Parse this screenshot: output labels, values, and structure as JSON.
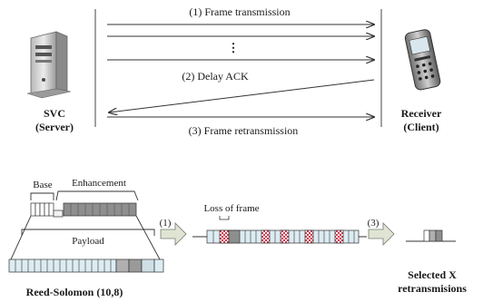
{
  "top": {
    "step1_label": "(1) Frame transmission",
    "ellipsis": "⋮",
    "step2_label": "(2) Delay ACK",
    "step3_label": "(3) Frame retransmission",
    "server_name": "SVC",
    "server_role": "(Server)",
    "receiver_name": "Receiver",
    "receiver_role": "(Client)"
  },
  "bottom": {
    "base_label": "Base",
    "enhancement_label": "Enhancement",
    "payload_label": "Payload",
    "fec_label": "Reed-Solomon (10,8)",
    "arrow1_label": "(1)",
    "loss_label": "Loss of frame",
    "arrow3_label": "(3)",
    "result_line1": "Selected X",
    "result_line2": "retransmisions"
  },
  "colors": {
    "base_cell": "#ffffff",
    "enh_cell": "#8e8e8e",
    "payload_cell": "#dcecf2",
    "parity_cell": "#9a9a9a",
    "lost_cell": "#d94a5a",
    "arrow_fill": "#dfe5d2"
  }
}
